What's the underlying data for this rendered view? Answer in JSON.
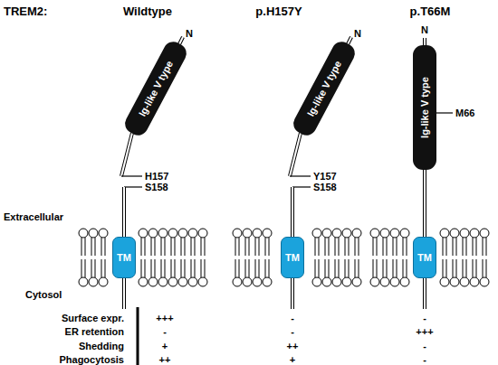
{
  "diagram": {
    "nodes": [
      {
        "text": [
          "Ig-like V type"
        ]
      },
      {
        "text": [
          "Ig-like V type"
        ]
      },
      {
        "text": [
          "Ig-like V type"
        ]
      },
      {
        "text": [
          "TM"
        ]
      },
      {
        "text": [
          "TM"
        ]
      },
      {
        "text": [
          "TM"
        ]
      }
    ],
    "edges": [
      {
        "from": 2,
        "to": 5,
        "arrow": "none"
      }
    ],
    "labels": [
      "TREM2:",
      "Wildtype",
      "p.H157Y",
      "p.T66M",
      "N",
      "H157",
      "S158",
      "Extracellular",
      "Cytosol",
      "N",
      "Y157",
      "S158",
      "N",
      "M66",
      "Surface expr.",
      "ER retention",
      "Shedding",
      "Phagocytosis",
      "+++",
      "-",
      "-",
      "-",
      "-",
      "+++",
      "+",
      "++",
      "-",
      "++",
      "+",
      "-"
    ]
  }
}
